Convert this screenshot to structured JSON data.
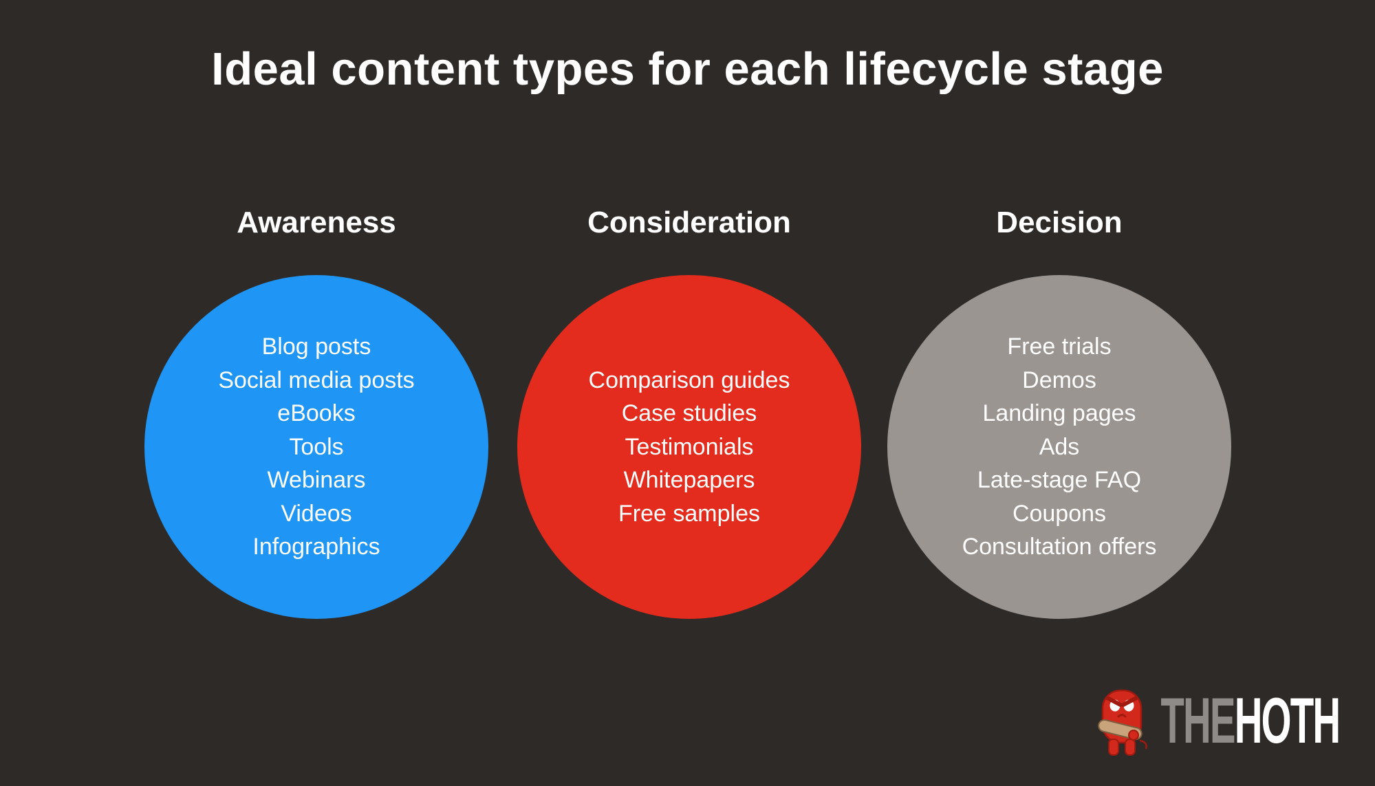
{
  "title": "Ideal content types for each lifecycle stage",
  "colors": {
    "background": "#2e2a27",
    "awareness_circle": "#1f95f5",
    "consideration_circle": "#e32c1e",
    "decision_circle": "#9a9591",
    "text": "#ffffff",
    "logo_the": "#8e8b88",
    "logo_hoth": "#ffffff",
    "mascot_red": "#d3281c",
    "mascot_club": "#c9a37b"
  },
  "stages": [
    {
      "label": "Awareness",
      "color": "#1f95f5",
      "items": [
        "Blog posts",
        "Social media posts",
        "eBooks",
        "Tools",
        "Webinars",
        "Videos",
        "Infographics"
      ]
    },
    {
      "label": "Consideration",
      "color": "#e32c1e",
      "items": [
        "Comparison guides",
        "Case studies",
        "Testimonials",
        "Whitepapers",
        "Free samples"
      ]
    },
    {
      "label": "Decision",
      "color": "#9a9591",
      "items": [
        "Free trials",
        "Demos",
        "Landing pages",
        "Ads",
        "Late-stage FAQ",
        "Coupons",
        "Consultation offers"
      ]
    }
  ],
  "logo": {
    "the": "THE",
    "hoth": "HOTH",
    "mascot": "hoth-monster-icon"
  }
}
